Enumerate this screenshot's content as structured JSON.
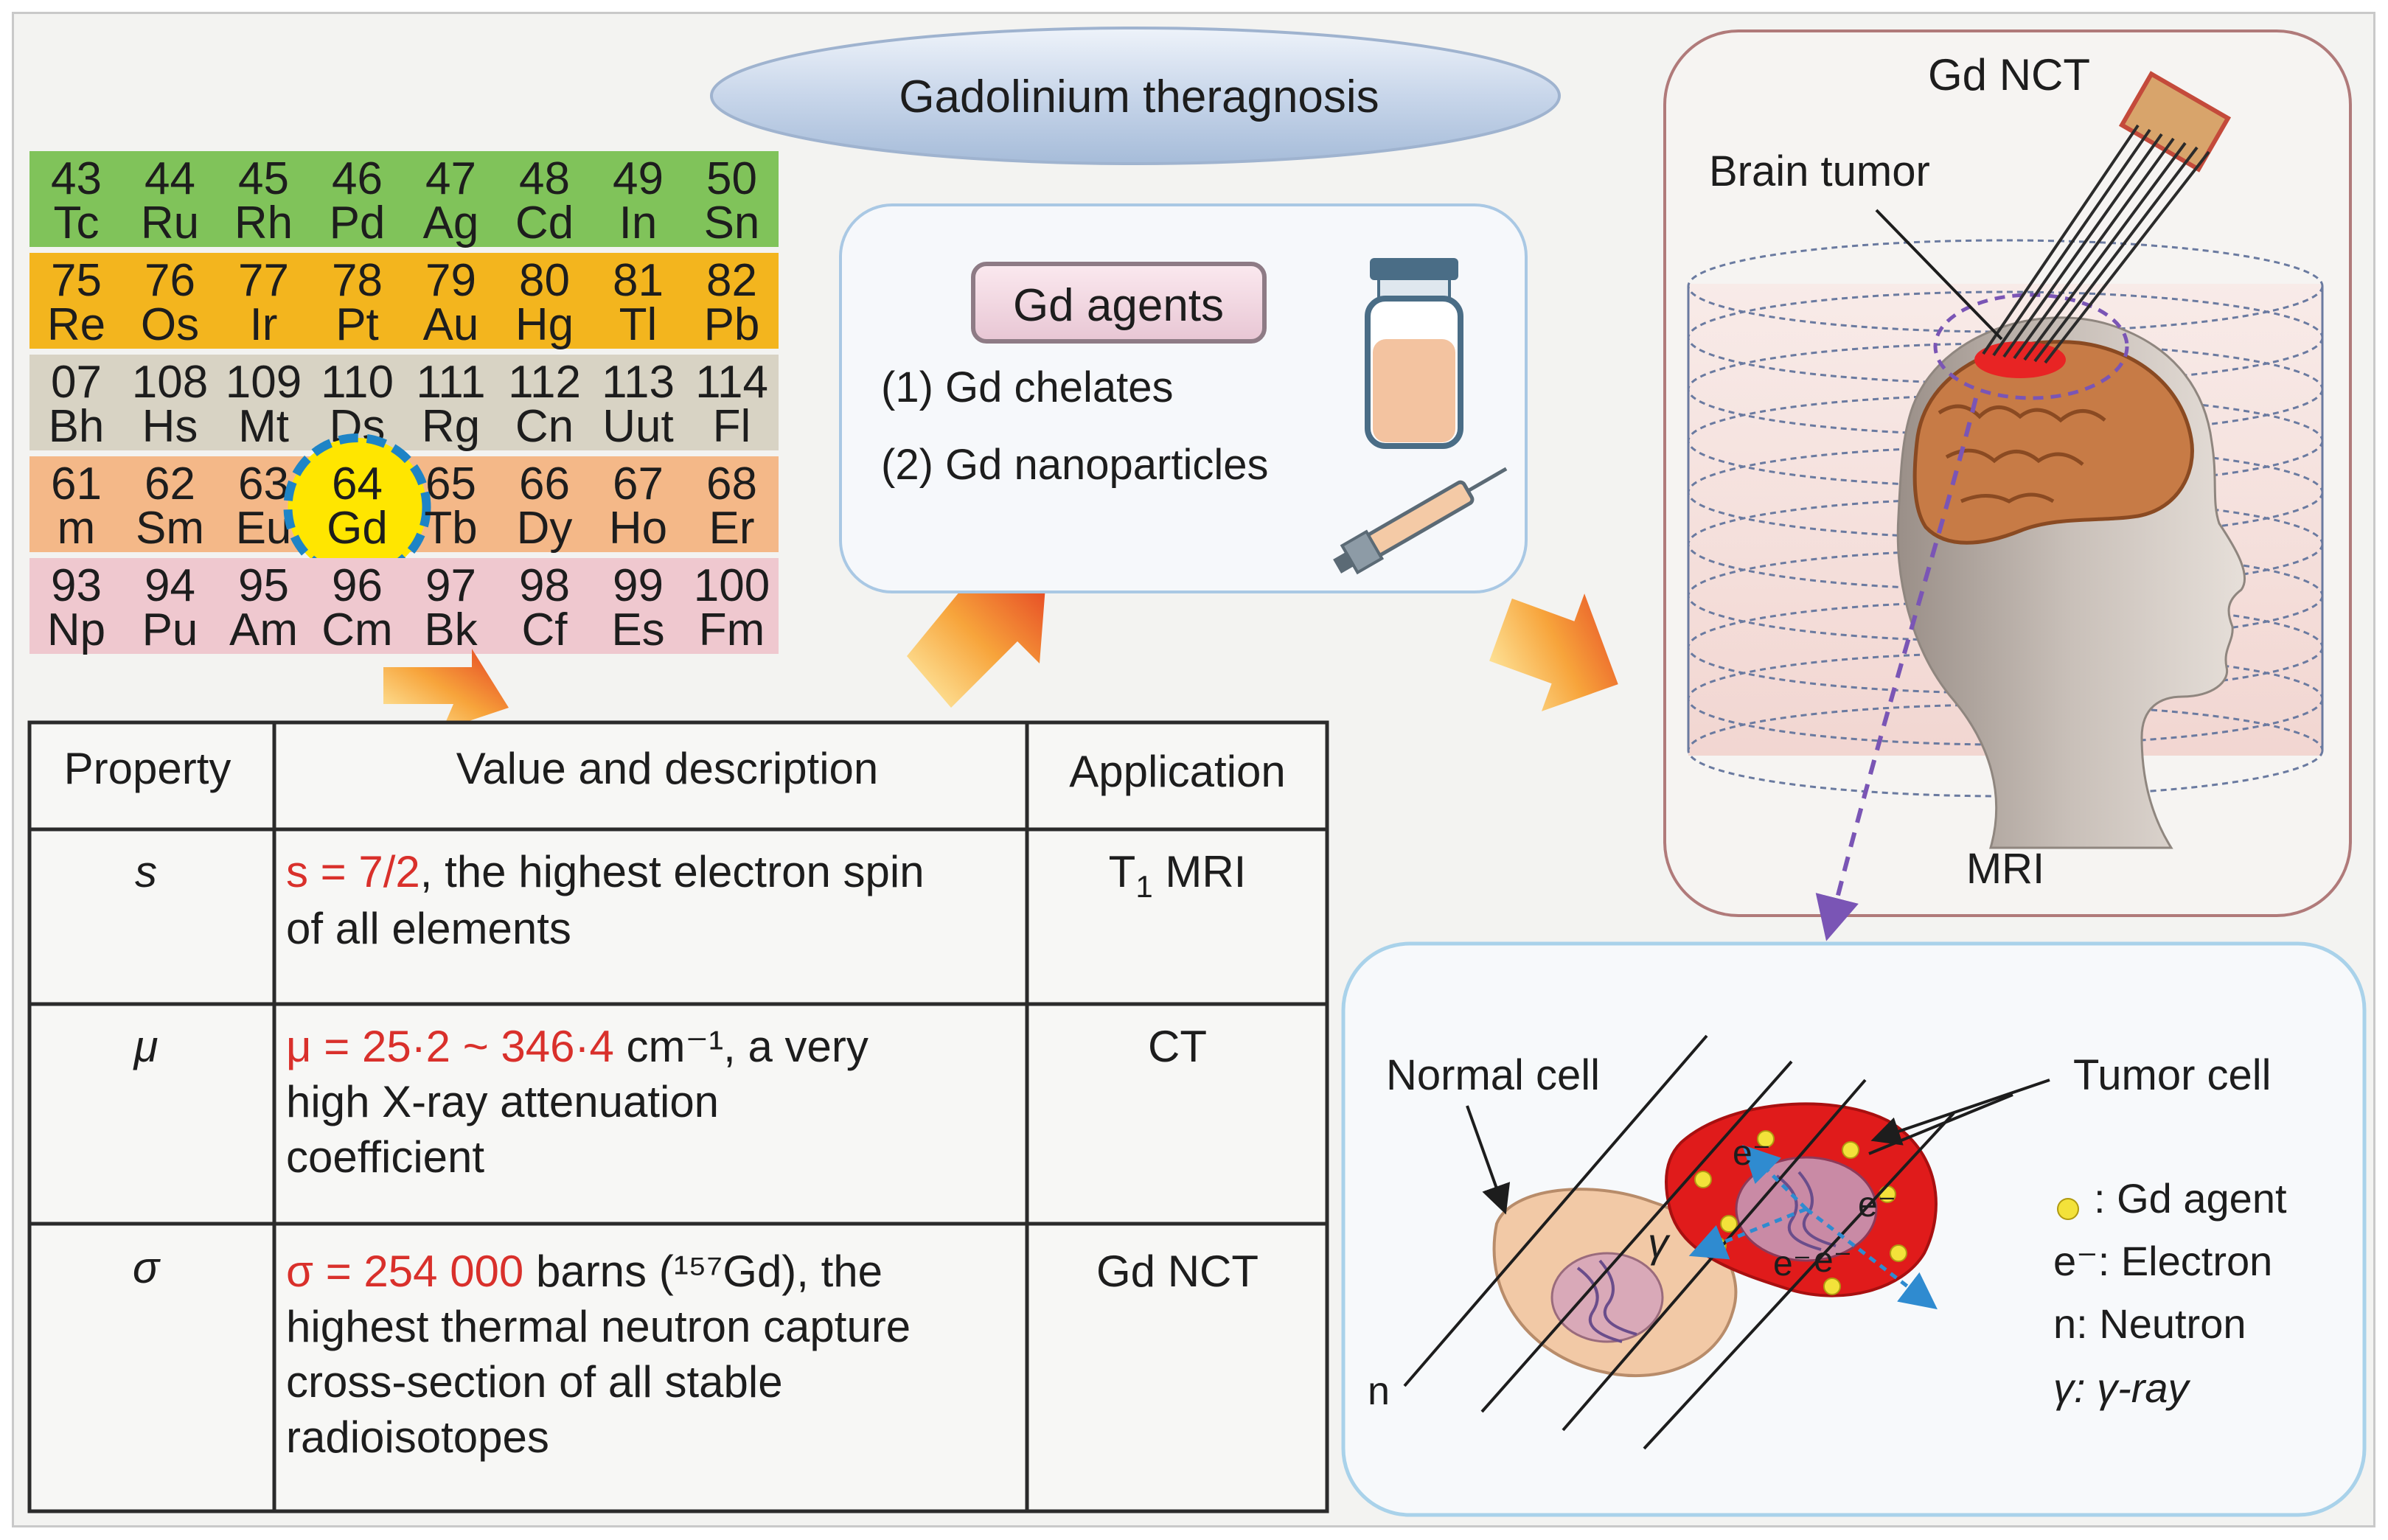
{
  "title": "Gadolinium theragnosis",
  "periodic_table": {
    "rows": [
      {
        "color": "#80c35a",
        "cells": [
          [
            "43",
            "Tc"
          ],
          [
            "44",
            "Ru"
          ],
          [
            "45",
            "Rh"
          ],
          [
            "46",
            "Pd"
          ],
          [
            "47",
            "Ag"
          ],
          [
            "48",
            "Cd"
          ],
          [
            "49",
            "In"
          ],
          [
            "50",
            "Sn"
          ]
        ]
      },
      {
        "color": "#f3b51e",
        "cells": [
          [
            "75",
            "Re"
          ],
          [
            "76",
            "Os"
          ],
          [
            "77",
            "Ir"
          ],
          [
            "78",
            "Pt"
          ],
          [
            "79",
            "Au"
          ],
          [
            "80",
            "Hg"
          ],
          [
            "81",
            "Tl"
          ],
          [
            "82",
            "Pb"
          ]
        ]
      },
      {
        "color": "#d8d3c4",
        "cells": [
          [
            "07",
            "Bh"
          ],
          [
            "108",
            "Hs"
          ],
          [
            "109",
            "Mt"
          ],
          [
            "110",
            "Ds"
          ],
          [
            "111",
            "Rg"
          ],
          [
            "112",
            "Cn"
          ],
          [
            "113",
            "Uut"
          ],
          [
            "114",
            "Fl"
          ]
        ]
      },
      {
        "color": "#f4b888",
        "cells": [
          [
            "61",
            "m"
          ],
          [
            "62",
            "Sm"
          ],
          [
            "63",
            "Eu"
          ],
          [
            "64",
            "Gd"
          ],
          [
            "65",
            "Tb"
          ],
          [
            "66",
            "Dy"
          ],
          [
            "67",
            "Ho"
          ],
          [
            "68",
            "Er"
          ]
        ]
      },
      {
        "color": "#efc8cf",
        "cells": [
          [
            "93",
            "Np"
          ],
          [
            "94",
            "Pu"
          ],
          [
            "95",
            "Am"
          ],
          [
            "96",
            "Cm"
          ],
          [
            "97",
            "Bk"
          ],
          [
            "98",
            "Cf"
          ],
          [
            "99",
            "Es"
          ],
          [
            "100",
            "Fm"
          ]
        ]
      }
    ],
    "highlight_color": "#ffe600",
    "highlight_ring_color": "#1e84c6"
  },
  "agents": {
    "title": "Gd agents",
    "items": [
      "(1) Gd chelates",
      "(2) Gd nanoparticles"
    ]
  },
  "head_panel": {
    "gd_nct_label": "Gd NCT",
    "brain_tumor_label": "Brain tumor",
    "mri_label": "MRI"
  },
  "table": {
    "headers": [
      "Property",
      "Value and description",
      "Application"
    ],
    "rows": [
      {
        "symbol": "s",
        "value_highlight": "s = 7/2",
        "value_rest": ", the highest electron spin",
        "value_lines": [
          "of all elements"
        ],
        "application": "T",
        "application_sub": "1",
        "application_rest": " MRI"
      },
      {
        "symbol": "μ",
        "value_highlight": "μ = 25·2 ~ 346·4",
        "value_rest": " cm⁻¹, a very",
        "value_lines": [
          "high X-ray attenuation",
          "coefficient"
        ],
        "application": "CT",
        "application_sub": "",
        "application_rest": ""
      },
      {
        "symbol": "σ",
        "value_highlight": "σ = 254 000",
        "value_rest": " barns (¹⁵⁷Gd), the",
        "value_lines": [
          "highest thermal neutron capture",
          "cross-section of all stable",
          "radioisotopes"
        ],
        "application": "Gd NCT",
        "application_sub": "",
        "application_rest": ""
      }
    ]
  },
  "cell_panel": {
    "normal_cell_label": "Normal cell",
    "tumor_cell_label": "Tumor cell",
    "n_label": "n",
    "gamma_label": "γ",
    "electron_mark": "e⁻",
    "legend": [
      ": Gd agent",
      "e⁻: Electron",
      "n: Neutron",
      "γ: γ-ray"
    ]
  },
  "colors": {
    "accent_red": "#d9302b",
    "panel_border_blue": "#a9d2ea",
    "panel_border_rose": "#b07a7a",
    "tumor_red": "#e01b1b",
    "normal_cell": "#f2c9a6"
  }
}
